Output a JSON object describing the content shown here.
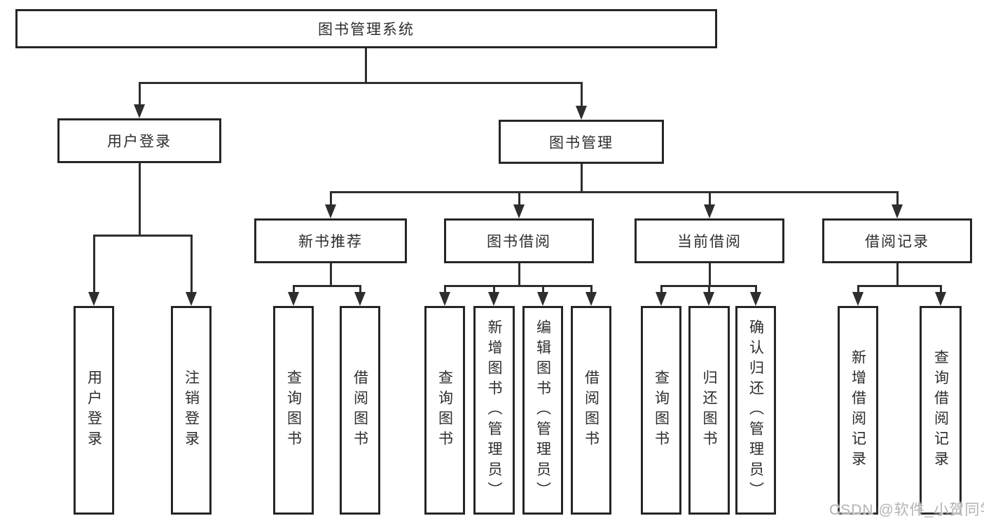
{
  "colors": {
    "background": "#ffffff",
    "box_border": "#262626",
    "line": "#2e2e2e",
    "text": "#2d2d2d",
    "watermark": "#b3b3b3"
  },
  "watermark": {
    "text": "CSDN @软件_小贺同学"
  },
  "tree": {
    "label": "图书管理系统",
    "children": [
      {
        "label": "用户登录",
        "children": [
          {
            "label": "用户登录"
          },
          {
            "label": "注销登录"
          }
        ]
      },
      {
        "label": "图书管理",
        "children": [
          {
            "label": "新书推荐",
            "children": [
              {
                "label": "查询图书"
              },
              {
                "label": "借阅图书"
              }
            ]
          },
          {
            "label": "图书借阅",
            "children": [
              {
                "label": "查询图书"
              },
              {
                "label": "新增图书（管理员）"
              },
              {
                "label": "编辑图书（管理员）"
              },
              {
                "label": "借阅图书"
              }
            ]
          },
          {
            "label": "当前借阅",
            "children": [
              {
                "label": "查询图书"
              },
              {
                "label": "归还图书"
              },
              {
                "label": "确认归还（管理员）"
              }
            ]
          },
          {
            "label": "借阅记录",
            "children": [
              {
                "label": "新增借阅记录"
              },
              {
                "label": "查询借阅记录"
              }
            ]
          }
        ]
      }
    ]
  }
}
